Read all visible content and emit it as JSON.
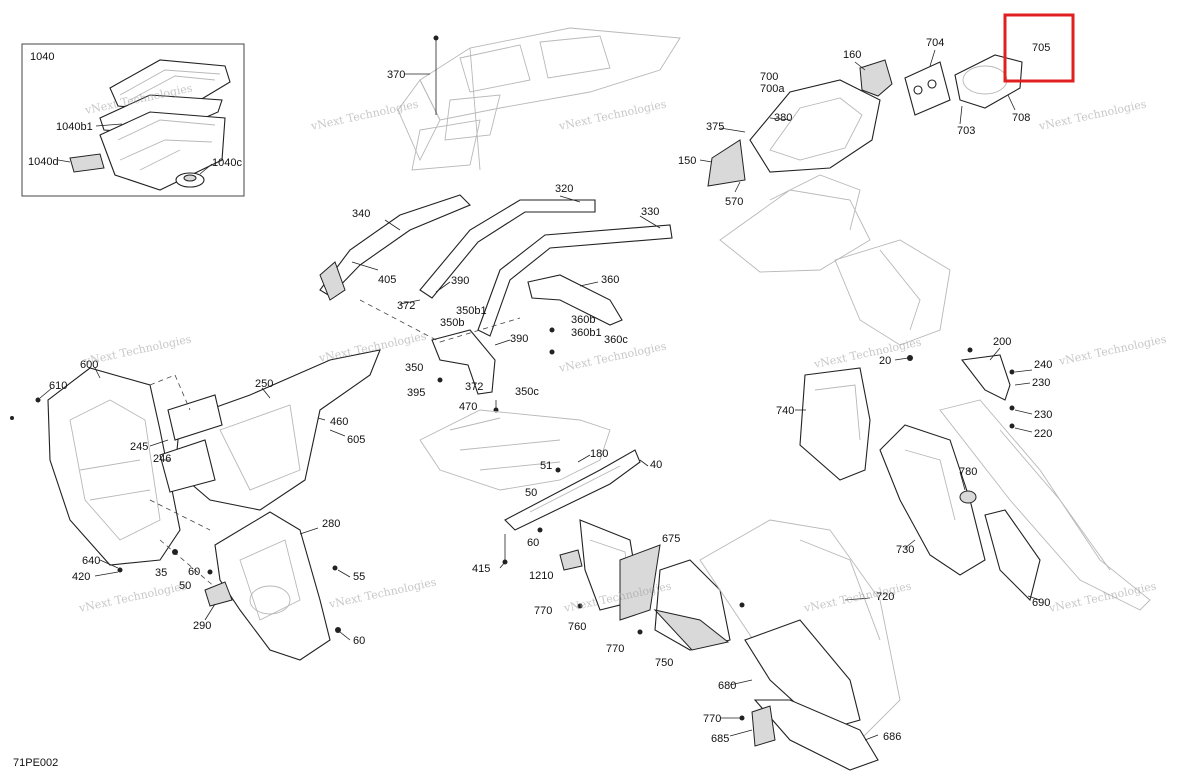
{
  "diagram": {
    "page_code": "71PE002",
    "watermark": "vNext Technologies",
    "inset_title": "1040",
    "highlight_color": "#e02020",
    "labels": {
      "l1040b1": "1040b1",
      "l1040d": "1040d",
      "l1040c": "1040c",
      "l370": "370",
      "l700": "700",
      "l700a": "700a",
      "l160": "160",
      "l704": "704",
      "l705": "705",
      "l703": "703",
      "l708": "708",
      "l375": "375",
      "l380": "380",
      "l150": "150",
      "l570": "570",
      "l340": "340",
      "l320": "320",
      "l330": "330",
      "l405": "405",
      "l390a": "390",
      "l372a": "372",
      "l350b1": "350b1",
      "l350b": "350b",
      "l360": "360",
      "l360b": "360b",
      "l360b1": "360b1",
      "l360c": "360c",
      "l390b": "390",
      "l350": "350",
      "l372b": "372",
      "l395": "395",
      "l470": "470",
      "l350c": "350c",
      "l610": "610",
      "l600": "600",
      "l250": "250",
      "l460": "460",
      "l605": "605",
      "l245": "245",
      "l246": "246",
      "l200": "200",
      "l240": "240",
      "l230a": "230",
      "l230b": "230",
      "l220": "220",
      "l20": "20",
      "l740": "740",
      "l780": "780",
      "l730": "730",
      "l690": "690",
      "l180": "180",
      "l51": "51",
      "l40": "40",
      "l50a": "50",
      "l60a": "60",
      "l415": "415",
      "l1210": "1210",
      "l770a": "770",
      "l760": "760",
      "l675": "675",
      "l770b": "770",
      "l750": "750",
      "l720": "720",
      "l680": "680",
      "l770c": "770",
      "l685": "685",
      "l686": "686",
      "l280": "280",
      "l640": "640",
      "l420": "420",
      "l35": "35",
      "l60b": "60",
      "l50b": "50",
      "l55": "55",
      "l290": "290",
      "l60c": "60"
    }
  }
}
